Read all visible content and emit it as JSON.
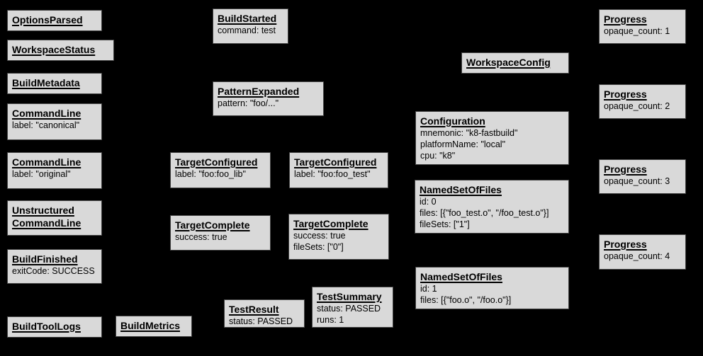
{
  "colors": {
    "background": "#000000",
    "node_fill": "#d9d9d9",
    "node_border": "#454545",
    "text": "#000000"
  },
  "nodes": [
    {
      "title": "OptionsParsed",
      "lines": []
    },
    {
      "title": "WorkspaceStatus",
      "lines": []
    },
    {
      "title": "BuildMetadata",
      "lines": []
    },
    {
      "title": "CommandLine",
      "lines": [
        "label: \"canonical\""
      ]
    },
    {
      "title": "CommandLine",
      "lines": [
        "label: \"original\""
      ]
    },
    {
      "title": "Unstructured​CommandLine",
      "lines": []
    },
    {
      "title": "BuildFinished",
      "lines": [
        "exitCode: SUCCESS"
      ]
    },
    {
      "title": "BuildToolLogs",
      "lines": []
    },
    {
      "title": "BuildMetrics",
      "lines": []
    },
    {
      "title": "BuildStarted",
      "lines": [
        "command: test"
      ]
    },
    {
      "title": "PatternExpanded",
      "lines": [
        "pattern: \"foo/...\""
      ]
    },
    {
      "title": "TargetConfigured",
      "lines": [
        "label: \"foo:foo_lib\""
      ]
    },
    {
      "title": "TargetConfigured",
      "lines": [
        "label: \"foo:foo_test\""
      ]
    },
    {
      "title": "TargetComplete",
      "lines": [
        "success: true"
      ]
    },
    {
      "title": "TargetComplete",
      "lines": [
        "success: true",
        "fileSets: [\"0\"]"
      ]
    },
    {
      "title": "TestResult",
      "lines": [
        "status: PASSED"
      ]
    },
    {
      "title": "TestSummary",
      "lines": [
        "status: PASSED",
        "runs: 1"
      ]
    },
    {
      "title": "WorkspaceConfig",
      "lines": []
    },
    {
      "title": "Configuration",
      "lines": [
        "mnemonic: \"k8-fastbuild\"",
        "platformName: \"local\"",
        "cpu: \"k8\""
      ]
    },
    {
      "title": "NamedSetOfFiles",
      "lines": [
        "id: 0",
        "files: [{\"foo_test.o\", \"/foo_test.o\"}]",
        "fileSets: [\"1\"]"
      ]
    },
    {
      "title": "NamedSetOfFiles",
      "lines": [
        "id: 1",
        "files: [{\"foo.o\", \"/foo.o\"}]"
      ]
    },
    {
      "title": "Progress",
      "lines": [
        "opaque_count: 1"
      ]
    },
    {
      "title": "Progress",
      "lines": [
        "opaque_count: 2"
      ]
    },
    {
      "title": "Progress",
      "lines": [
        "opaque_count: 3"
      ]
    },
    {
      "title": "Progress",
      "lines": [
        "opaque_count: 4"
      ]
    }
  ]
}
